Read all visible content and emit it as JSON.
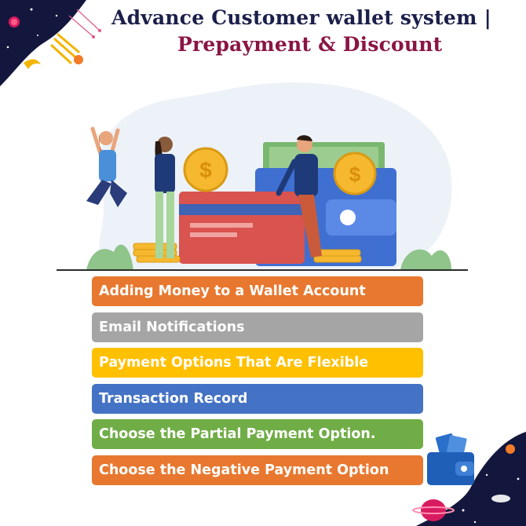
{
  "title": {
    "line1": "Advance Customer wallet system |",
    "line2": "Prepayment & Discount"
  },
  "features": [
    {
      "label": "Adding Money to a Wallet Account",
      "color": "#e8782f"
    },
    {
      "label": "Email Notifications",
      "color": "#a5a5a5"
    },
    {
      "label": "Payment Options That Are Flexible",
      "color": "#ffc000"
    },
    {
      "label": "Transaction Record",
      "color": "#4472c4"
    },
    {
      "label": "Choose the Partial Payment Option.",
      "color": "#70ad47"
    },
    {
      "label": "Choose the Negative Payment Option",
      "color": "#e8782f"
    }
  ],
  "icons": {
    "illustration": "people-with-coins-and-card-illustration",
    "wallet": "wallet-icon",
    "decor_top_left": "space-comet-decoration",
    "decor_bottom_right": "space-planet-decoration"
  }
}
